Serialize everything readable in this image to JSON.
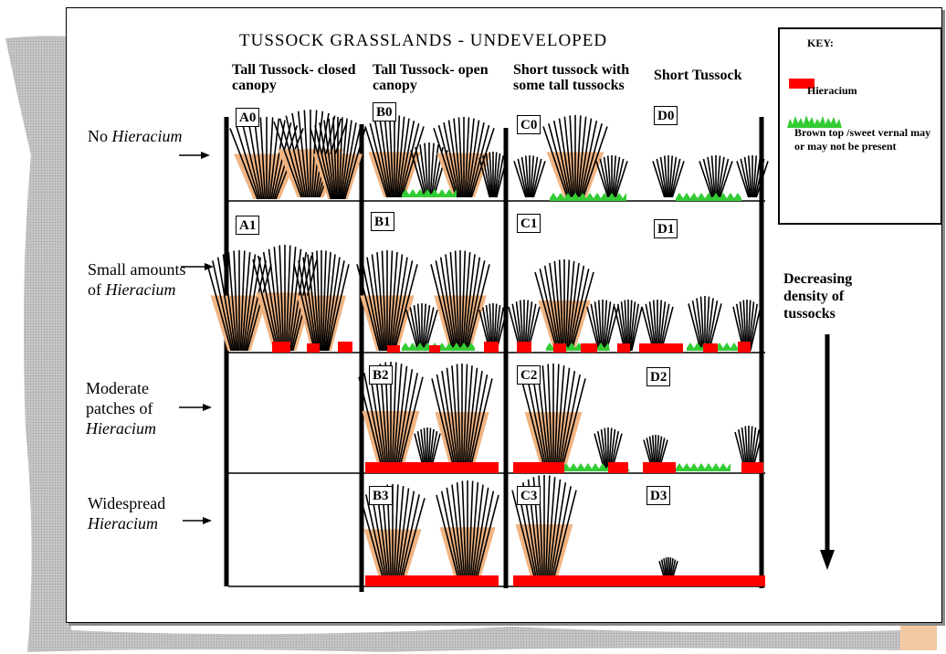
{
  "title": "TUSSOCK GRASSLANDS - UNDEVELOPED",
  "columns": [
    {
      "id": "A",
      "header": "Tall Tussock- closed canopy"
    },
    {
      "id": "B",
      "header": "Tall Tussock- open canopy"
    },
    {
      "id": "C",
      "header": "Short tussock with some tall tussocks"
    },
    {
      "id": "D",
      "header": "Short Tussock"
    }
  ],
  "rows": [
    {
      "id": "0",
      "prefix": "No ",
      "italic": "Hieracium",
      "suffix": ""
    },
    {
      "id": "1",
      "prefix": "Small amounts of ",
      "italic": "Hieracium",
      "suffix": ""
    },
    {
      "id": "2",
      "prefix": "Moderate patches of ",
      "italic": "Hieracium",
      "suffix": ""
    },
    {
      "id": "3",
      "prefix": "Widespread ",
      "italic": "Hieracium",
      "suffix": ""
    }
  ],
  "cells": [
    {
      "label": "A0"
    },
    {
      "label": "B0"
    },
    {
      "label": "C0"
    },
    {
      "label": "D0"
    },
    {
      "label": "A1"
    },
    {
      "label": "B1"
    },
    {
      "label": "C1"
    },
    {
      "label": "D1"
    },
    {
      "label": "B2"
    },
    {
      "label": "C2"
    },
    {
      "label": "D2"
    },
    {
      "label": "B3"
    },
    {
      "label": "C3"
    },
    {
      "label": "D3"
    }
  ],
  "key": {
    "title": "KEY:",
    "hieracium_label": "Hieracium",
    "grass_label": "Brown top /sweet vernal may or may not be present"
  },
  "side_note": "Decreasing density of tussocks",
  "colors": {
    "hieracium": "#ff0000",
    "grass": "#33cc33",
    "tussock_fill": "#f0b482",
    "ink": "#000000",
    "paper_shadow": "#bdbdbd"
  },
  "icons": [
    "tussock-icon",
    "grass-tuft-icon",
    "hieracium-patch-icon",
    "arrow-right-icon",
    "arrow-down-icon"
  ]
}
